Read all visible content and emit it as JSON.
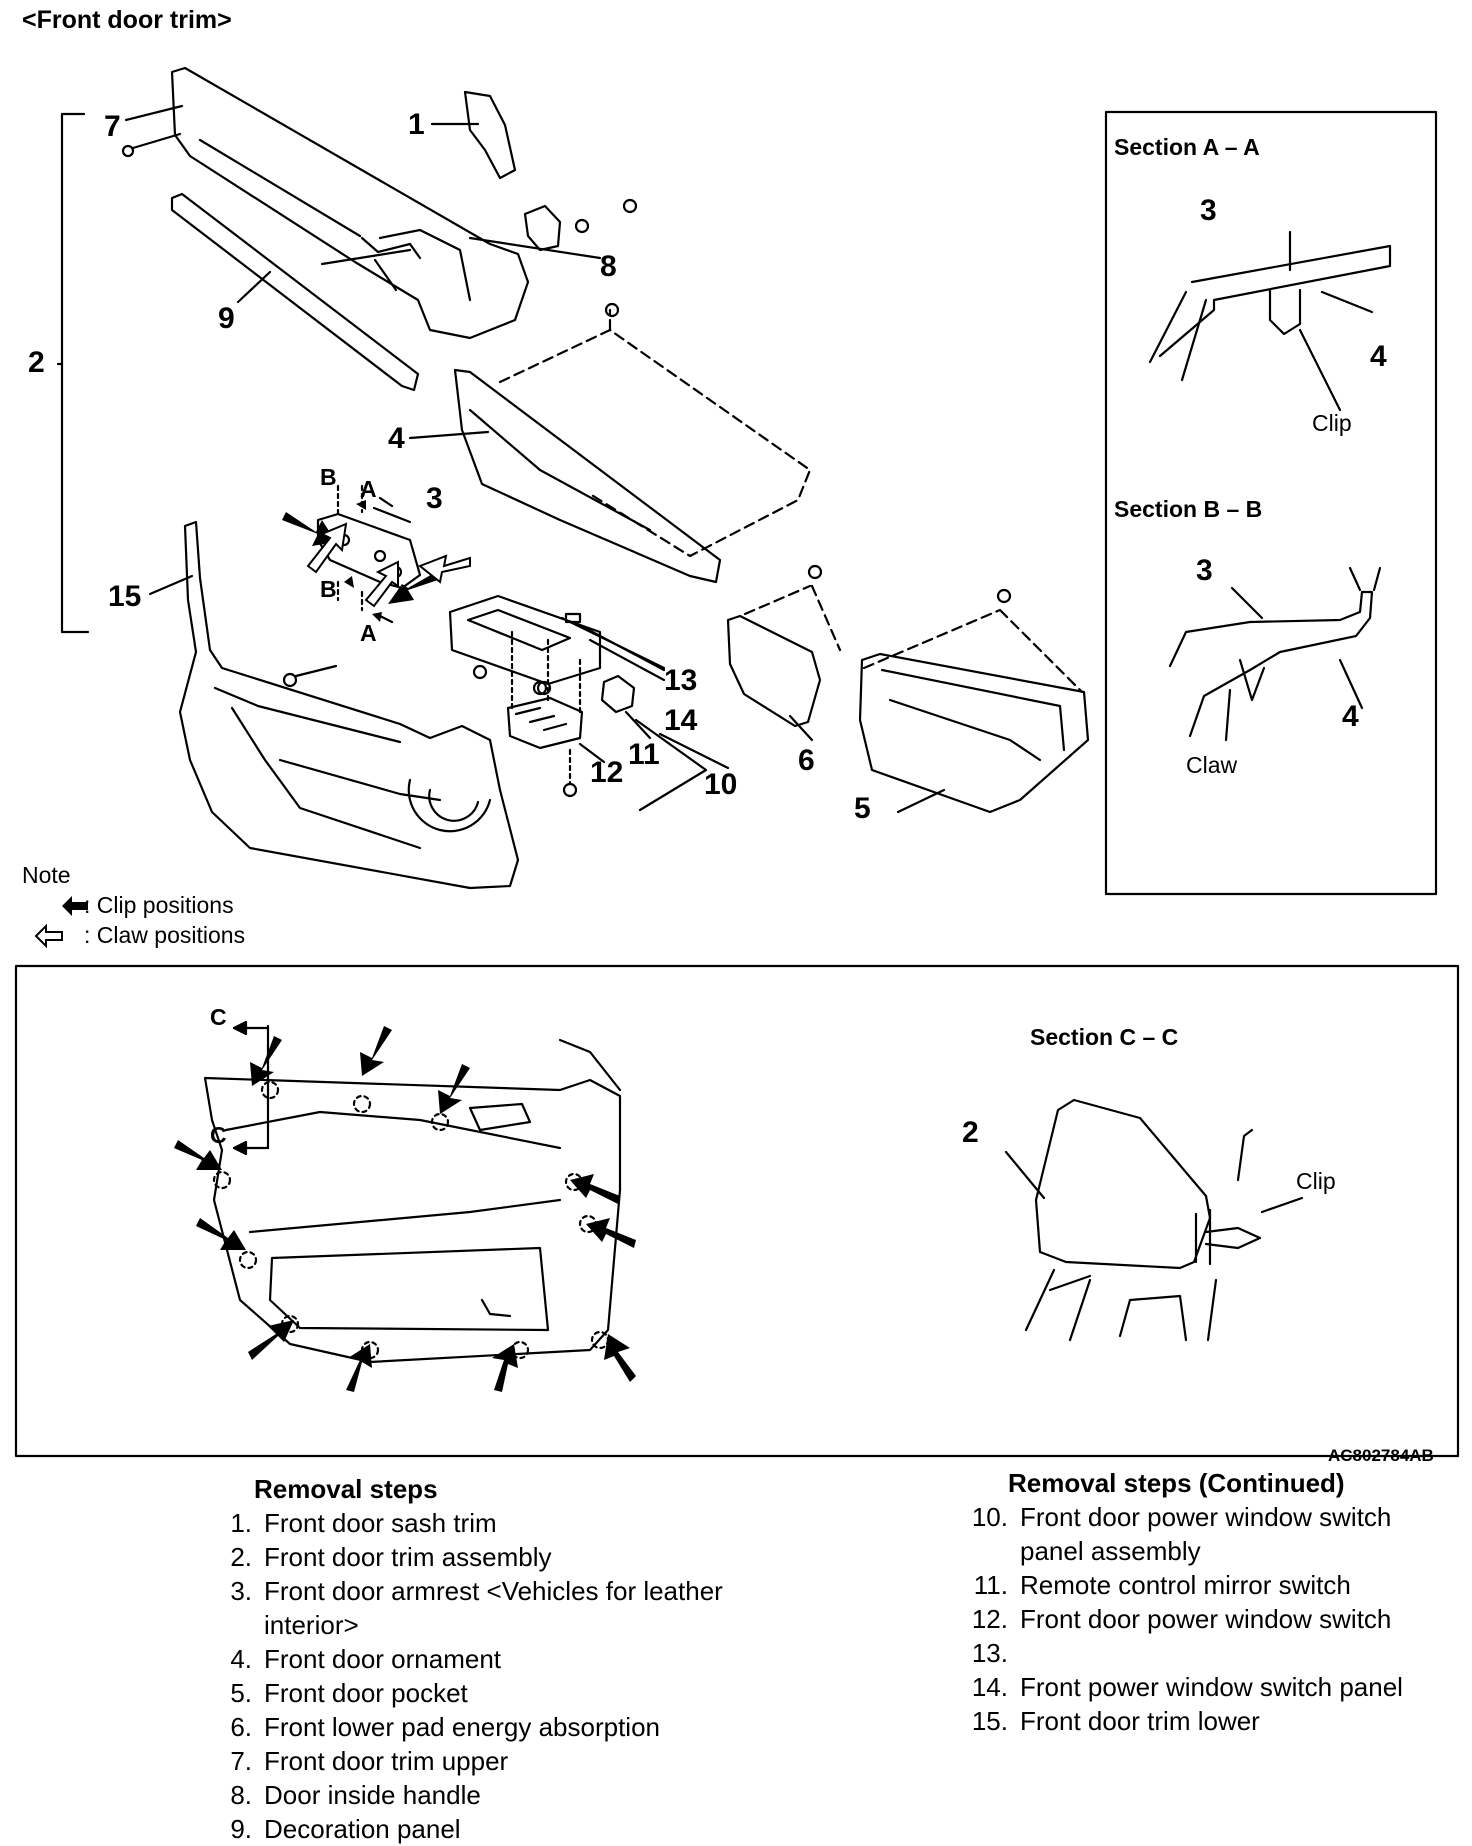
{
  "title": "<Front door trim>",
  "callouts": {
    "n1": "1",
    "n2": "2",
    "n3": "3",
    "n4": "4",
    "n5": "5",
    "n6": "6",
    "n7": "7",
    "n8": "8",
    "n9": "9",
    "n10": "10",
    "n11": "11",
    "n12": "12",
    "n13": "13",
    "n14": "14",
    "n15": "15",
    "a": "A",
    "b": "B",
    "c": "C"
  },
  "section_aa": {
    "title": "Section A – A",
    "n3": "3",
    "n4": "4",
    "clip": "Clip"
  },
  "section_bb": {
    "title": "Section B – B",
    "n3": "3",
    "n4": "4",
    "claw": "Claw"
  },
  "section_cc": {
    "title": "Section C – C",
    "n2": "2",
    "clip": "Clip"
  },
  "note": {
    "heading": "Note",
    "clip": ": Clip positions",
    "claw": ": Claw positions"
  },
  "figure_code": "AC802784AB",
  "removal_steps": {
    "heading": "Removal steps",
    "items": [
      {
        "n": "1.",
        "text": "Front door sash trim"
      },
      {
        "n": "2.",
        "text": "Front door trim assembly"
      },
      {
        "n": "3.",
        "text": "Front door armrest <Vehicles for leather interior>"
      },
      {
        "n": "4.",
        "text": "Front door ornament"
      },
      {
        "n": "5.",
        "text": "Front door pocket"
      },
      {
        "n": "6.",
        "text": "Front lower pad energy absorption"
      },
      {
        "n": "7.",
        "text": "Front door trim upper"
      },
      {
        "n": "8.",
        "text": "Door inside handle"
      },
      {
        "n": "9.",
        "text": "Decoration panel"
      }
    ]
  },
  "removal_steps_continued": {
    "heading": "Removal steps (Continued)",
    "items": [
      {
        "n": "10.",
        "text": "Front door power window switch panel assembly"
      },
      {
        "n": "11.",
        "text": "Remote control mirror switch"
      },
      {
        "n": "12.",
        "text": "Front door power window switch"
      },
      {
        "n": "13.",
        "text": ""
      },
      {
        "n": "14.",
        "text": "Front power window switch panel"
      },
      {
        "n": "15.",
        "text": "Front door trim lower"
      }
    ]
  }
}
